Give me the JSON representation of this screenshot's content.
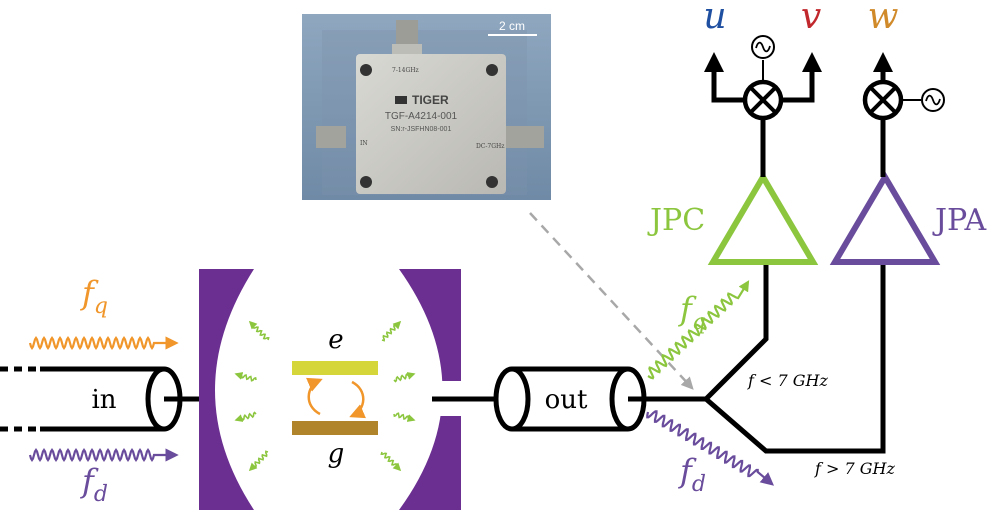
{
  "labels": {
    "photo_scale": "2 cm",
    "photo_brand": "TIGER",
    "photo_model": "TGF-A4214-001",
    "photo_serial": "SN:r-JSFHN08-001",
    "photo_port_top": "7-14GHz",
    "photo_port_in": "IN",
    "photo_port_right": "DC-7GHz",
    "in": "in",
    "out": "out",
    "state_e": "e",
    "state_g": "g",
    "fq_base": "f",
    "fq_sub": "q",
    "fd_base": "f",
    "fd_sub": "d",
    "jpc": "JPC",
    "jpa": "JPA",
    "u": "u",
    "v": "v",
    "w": "w",
    "band_low": "f < 7 GHz",
    "band_high": "f > 7 GHz"
  },
  "colors": {
    "qubit_drive": "#f0962a",
    "readout_drive": "#6a4c9c",
    "jpc": "#8cc63f",
    "jpa": "#6a4c9c",
    "cavity": "#6b2e91",
    "state_e": "#d4d63a",
    "state_g": "#b0842a",
    "u": "#1f4fa0",
    "v": "#c0282d",
    "w": "#d08a2a"
  }
}
